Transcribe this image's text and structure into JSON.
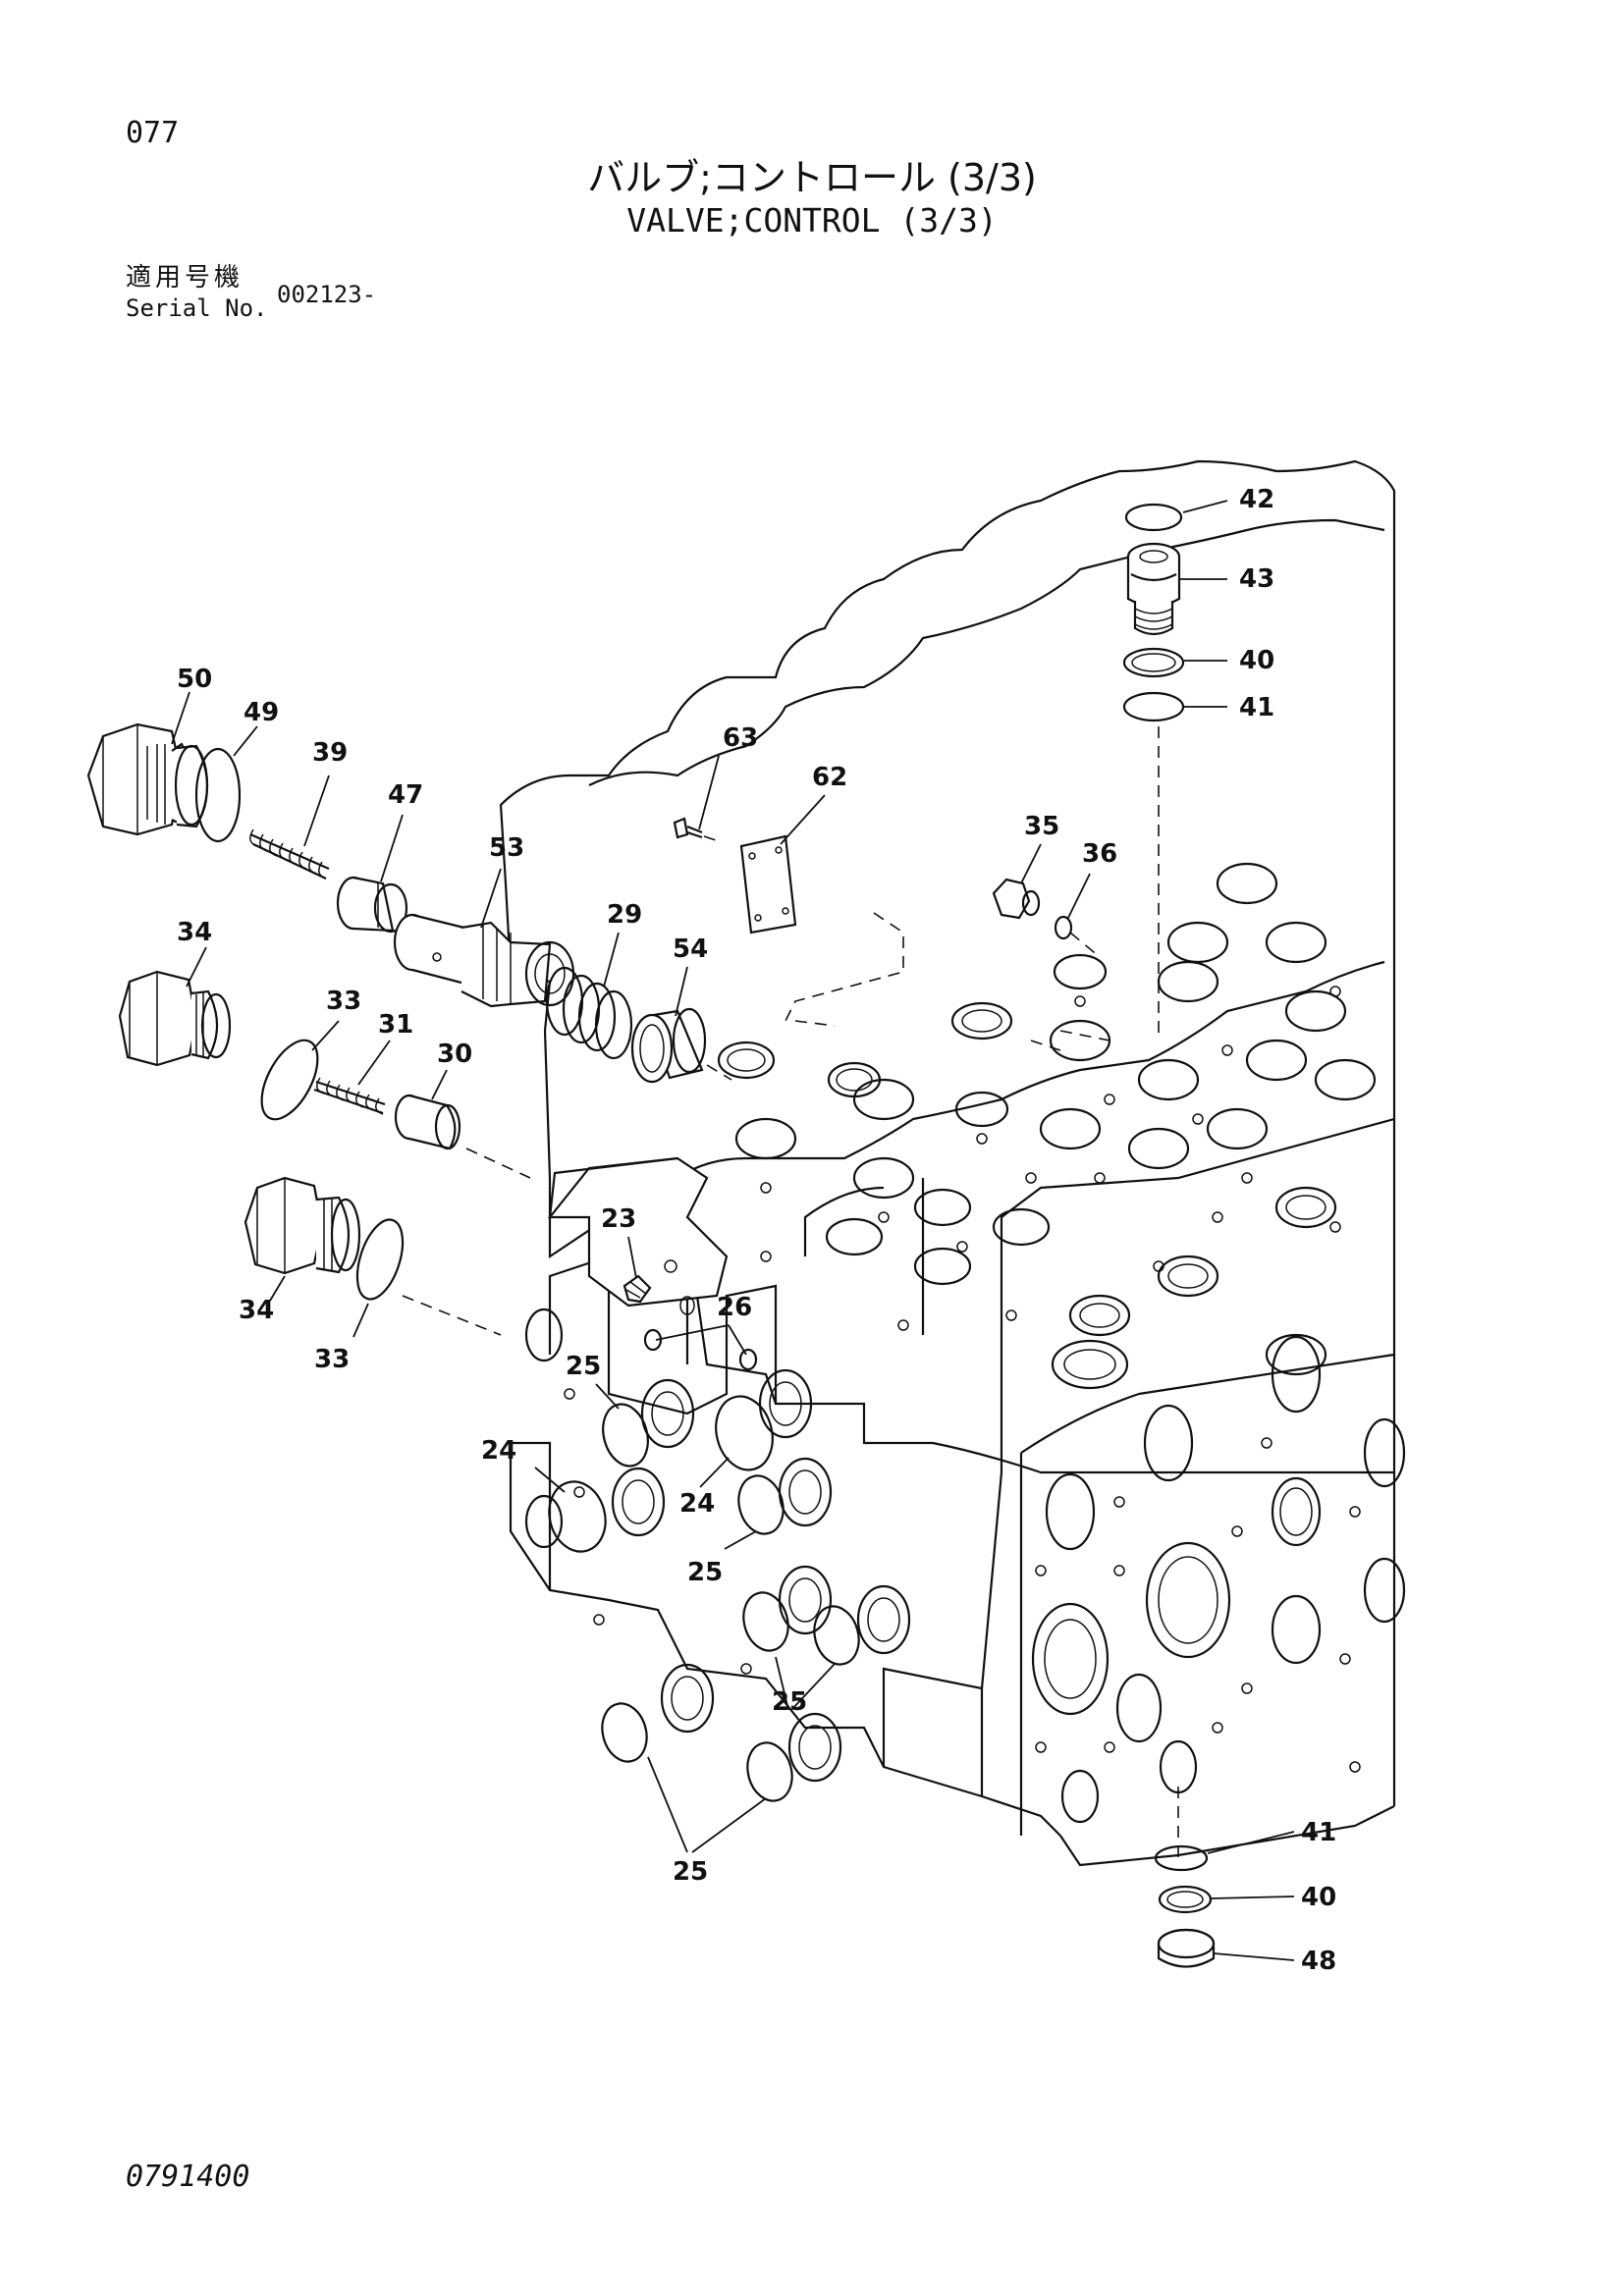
{
  "page": {
    "number": "077",
    "title_jp": "バルブ;コントロール (3/3)",
    "title_en": "VALVE;CONTROL (3/3)",
    "serial_label_jp": "適用号機",
    "serial_label_en": "Serial No.",
    "serial_value": "002123-",
    "drawing_code": "0791400"
  },
  "callouts": {
    "c42": "42",
    "c43": "43",
    "c40a": "40",
    "c41a": "41",
    "c50": "50",
    "c49": "49",
    "c39": "39",
    "c47": "47",
    "c53": "53",
    "c63": "63",
    "c62": "62",
    "c35": "35",
    "c36": "36",
    "c29": "29",
    "c54": "54",
    "c34a": "34",
    "c33a": "33",
    "c31": "31",
    "c30": "30",
    "c23": "23",
    "c26": "26",
    "c34b": "34",
    "c33b": "33",
    "c25a": "25",
    "c24a": "24",
    "c24b": "24",
    "c25b": "25",
    "c25c": "25",
    "c25d": "25",
    "c41b": "41",
    "c40b": "40",
    "c48": "48"
  }
}
